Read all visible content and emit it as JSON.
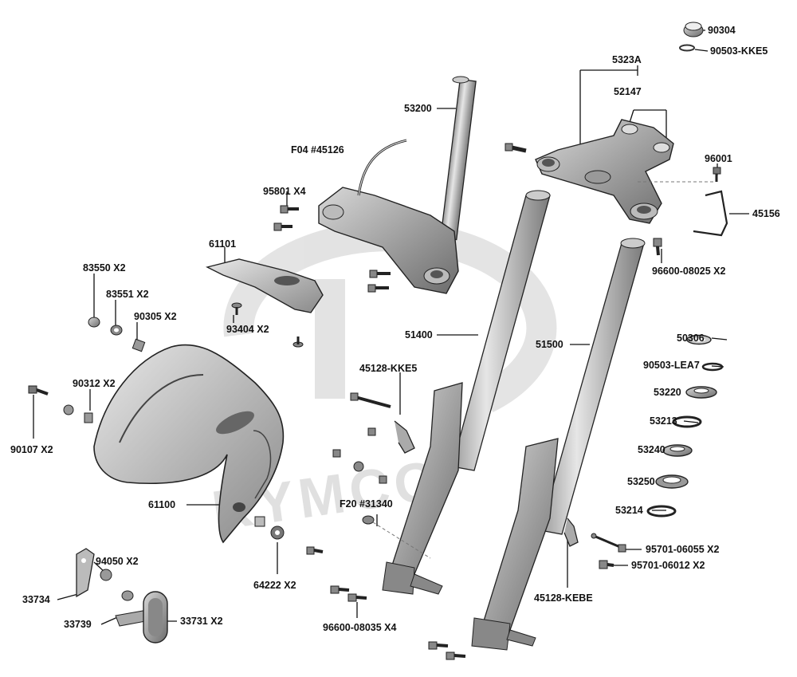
{
  "diagram": {
    "watermark": "KYMCO",
    "labels": {
      "p90304": "90304",
      "p90503_kke5": "90503-KKE5",
      "p5323a": "5323A",
      "p52147": "52147",
      "p53200": "53200",
      "pf04": "F04 #45126",
      "p96001": "96001",
      "p45156": "45156",
      "p95801": "95801  X4",
      "p61101": "61101",
      "p96600_08025": "96600-08025 X2",
      "p83550": "83550 X2",
      "p83551": "83551 X2",
      "p90305": "90305 X2",
      "p93404": "93404  X2",
      "p51400": "51400",
      "p51500": "51500",
      "p50306": "50306",
      "p90503_lea7": "90503-LEA7",
      "p53220": "53220",
      "p45128_kke5": "45128-KKE5",
      "p90312": "90312 X2",
      "p53213": "53213",
      "p90107": "90107  X2",
      "p53240": "53240",
      "p53250": "53250",
      "p61100": "61100",
      "pf20": "F20 #31340",
      "p53214": "53214",
      "p95701_06055": "95701-06055 X2",
      "p94050": "94050  X2",
      "p95701_06012": "95701-06012 X2",
      "p64222": "64222 X2",
      "p45128_kebe": "45128-KEBE",
      "p33734": "33734",
      "p33739": "33739",
      "p33731": "33731 X2",
      "p96600_08035": "96600-08035 X4"
    }
  }
}
